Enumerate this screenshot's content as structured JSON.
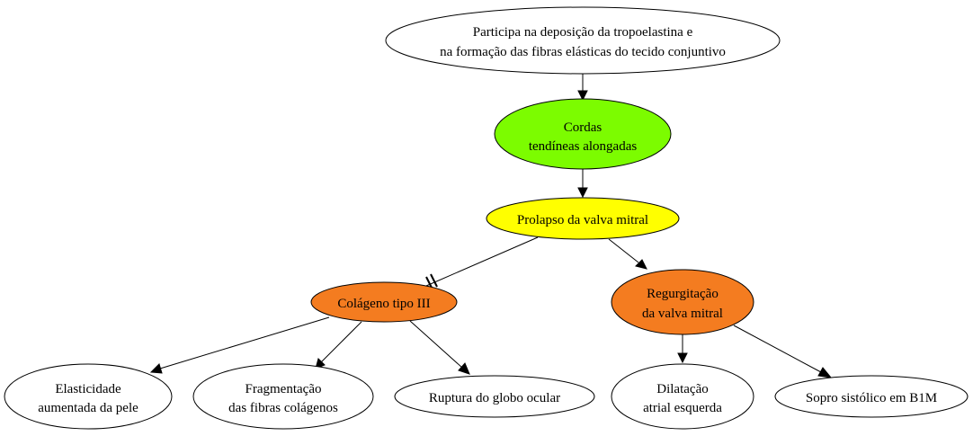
{
  "nodes": {
    "tropoelastin": {
      "line1": "Participa na deposição da tropoelastina e",
      "line2": "na formação das fibras elásticas do tecido conjuntivo",
      "fill": "#ffffff"
    },
    "cordas": {
      "line1": "Cordas",
      "line2": "tendíneas alongadas",
      "fill": "#7cfc00"
    },
    "prolapso": {
      "line1": "Prolapso da valva mitral",
      "fill": "#ffff00"
    },
    "colageno": {
      "line1": "Colágeno tipo III",
      "fill": "#f47c20"
    },
    "regurgitacao": {
      "line1": "Regurgitação",
      "line2": "da valva mitral",
      "fill": "#f47c20"
    },
    "elasticidade": {
      "line1": "Elasticidade",
      "line2": "aumentada da pele",
      "fill": "#ffffff"
    },
    "fragmentacao": {
      "line1": "Fragmentação",
      "line2": "das fibras colágenos",
      "fill": "#ffffff"
    },
    "ruptura": {
      "line1": "Ruptura do globo ocular",
      "fill": "#ffffff"
    },
    "dilatacao": {
      "line1": "Dilatação",
      "line2": "atrial esquerda",
      "fill": "#ffffff"
    },
    "sopro": {
      "line1": "Sopro sistólico em B1M",
      "fill": "#ffffff"
    }
  },
  "edges": [
    {
      "from": "tropoelastin",
      "to": "cordas",
      "style": "arrow"
    },
    {
      "from": "cordas",
      "to": "prolapso",
      "style": "arrow"
    },
    {
      "from": "prolapso",
      "to": "colageno",
      "style": "tee"
    },
    {
      "from": "prolapso",
      "to": "regurgitacao",
      "style": "arrow"
    },
    {
      "from": "colageno",
      "to": "elasticidade",
      "style": "arrow"
    },
    {
      "from": "colageno",
      "to": "fragmentacao",
      "style": "arrow"
    },
    {
      "from": "colageno",
      "to": "ruptura",
      "style": "arrow"
    },
    {
      "from": "regurgitacao",
      "to": "dilatacao",
      "style": "arrow"
    },
    {
      "from": "regurgitacao",
      "to": "sopro",
      "style": "arrow"
    }
  ]
}
